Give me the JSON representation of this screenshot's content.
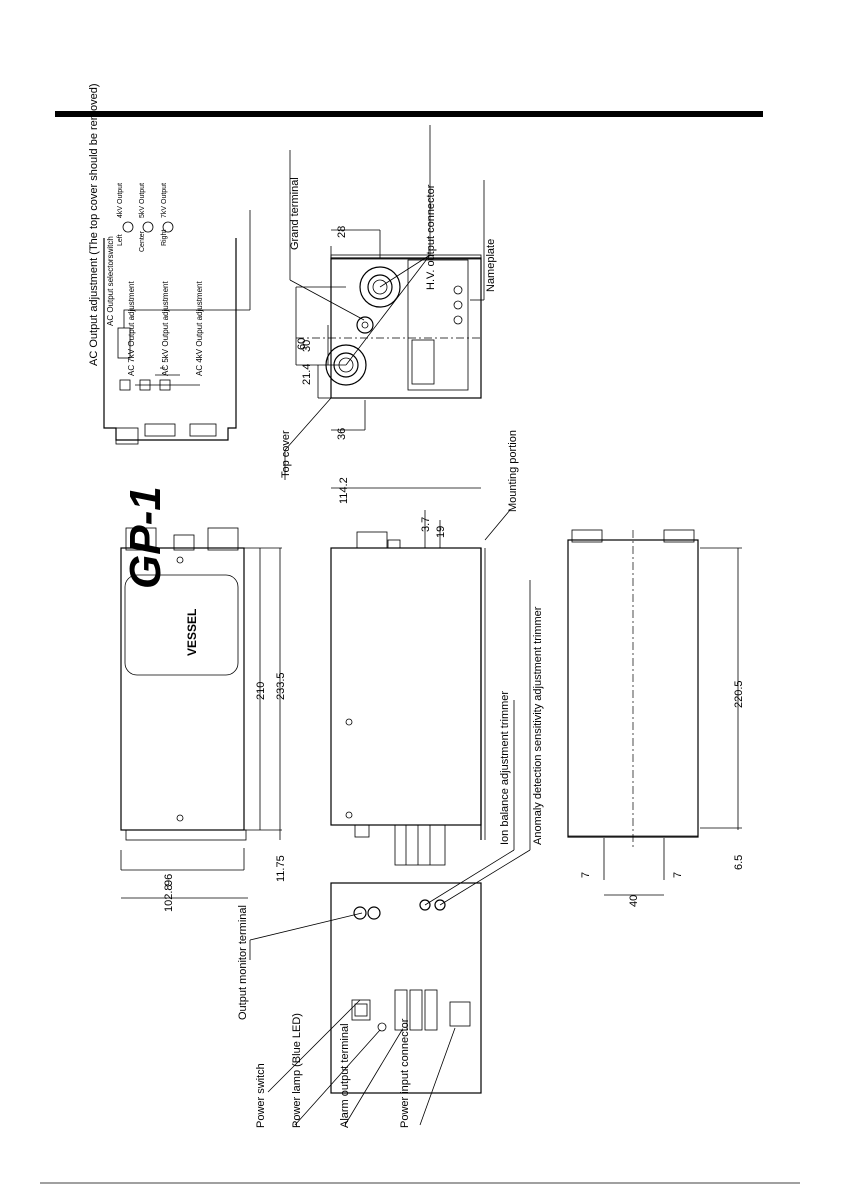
{
  "labels": {
    "ac_output_title": "AC Output adjustment  (The top cover should be removed)",
    "ac_output_selector": "AC Output selectorswitch",
    "ac_7kv": "AC 7kV Output adjustment",
    "ac_5kv": "AC 5kV Output adjustment",
    "ac_4kv": "AC 4kV Output adjustment",
    "left": "Left",
    "center": "Center",
    "right": "Right",
    "out_4kv": "4kV Output",
    "out_5kv": "5kV Output",
    "out_7kv": "7kV Output",
    "grand_terminal": "Grand terminal",
    "hv_connector": "H.V. output connector",
    "nameplate": "Nameplate",
    "top_cover": "Top cover",
    "mounting_portion": "Mounting portion",
    "ion_balance": "Ion balance adjustment trimmer",
    "anomaly": "Anomaly detection sensitivity adjustment trimmer",
    "output_monitor": "Output monitor terminal",
    "power_switch": "Power switch",
    "power_lamp": "Power lamp (Blue LED)",
    "alarm_output": "Alarm output terminal",
    "power_input": "Power input connector",
    "brand": "VESSEL",
    "logo": "GP-1"
  },
  "dimensions": {
    "d28": "28",
    "d60": "60",
    "d30": "30",
    "d21_4": "21.4",
    "d36": "36",
    "d114_2": "114.2",
    "d3_7": "3.7",
    "d19": "19",
    "d210": "210",
    "d233_5": "233.5",
    "d96": "96",
    "d102_8": "102.8",
    "d11_75": "11.75",
    "d220_5": "220.5",
    "d6_5": "6.5",
    "d7a": "7",
    "d7b": "7",
    "d40": "40"
  }
}
